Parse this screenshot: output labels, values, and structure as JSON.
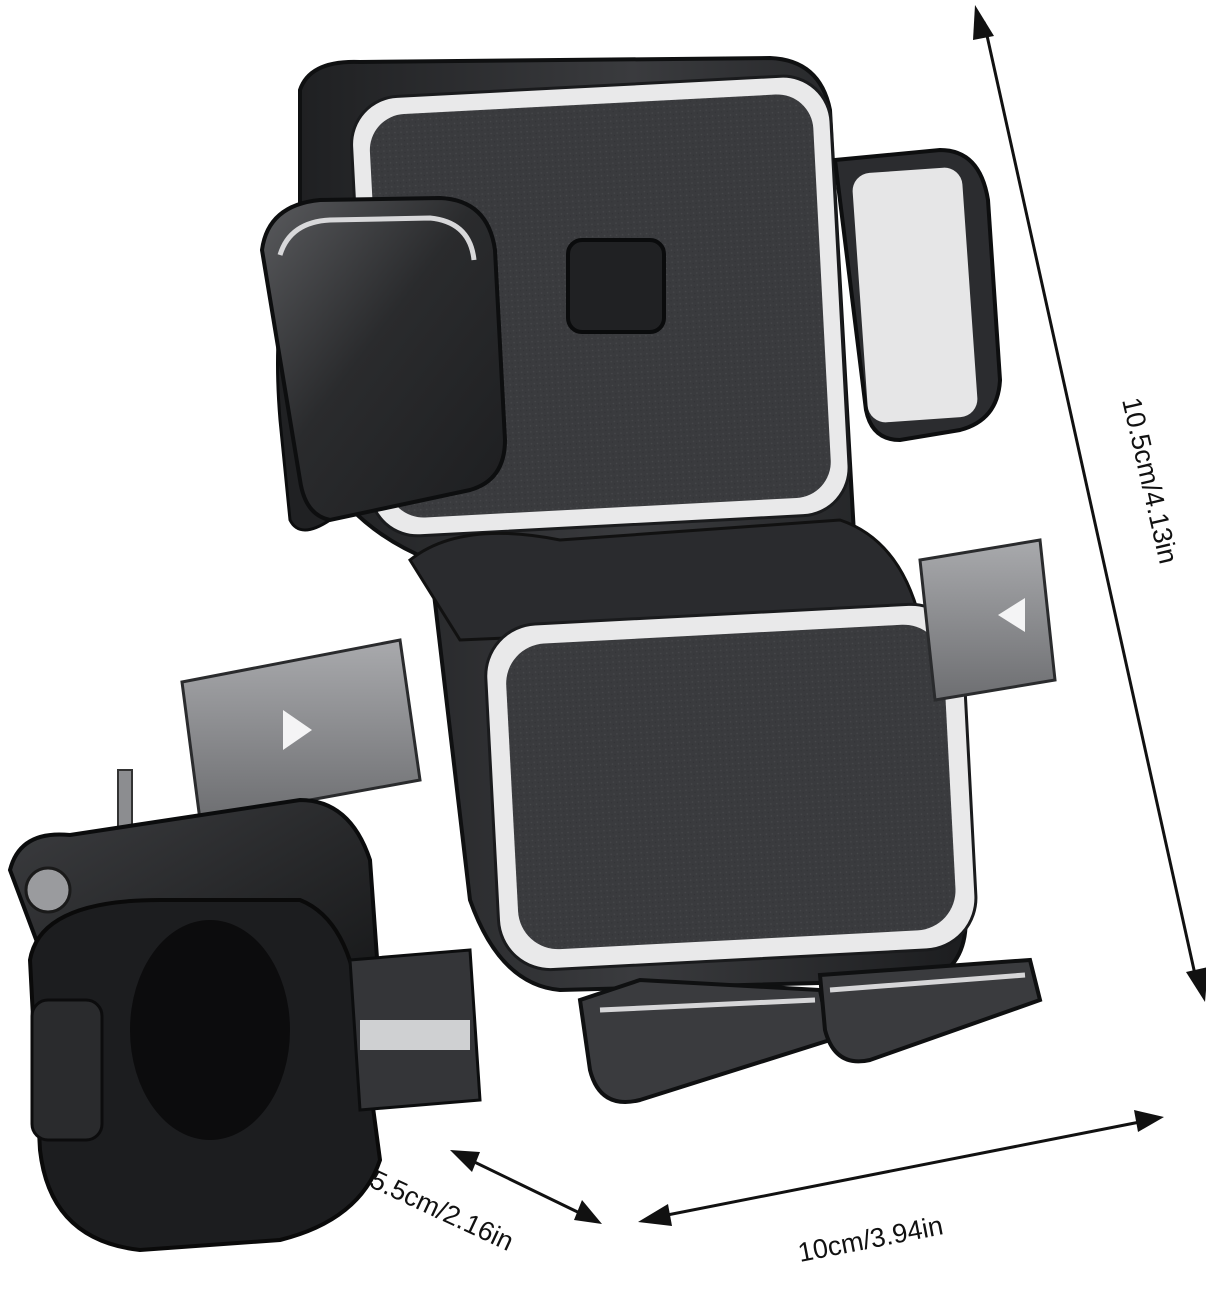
{
  "product": {
    "dimensions": {
      "height": "10.5cm/4.13in",
      "width": "10cm/3.94in",
      "depth": "5.5cm/2.16in"
    }
  },
  "colors": {
    "body": "#2b2c2e",
    "pad": "#3c3d40",
    "rim": "#e9e9ea",
    "metal": "#8c8d90",
    "arrow": "#111111"
  }
}
